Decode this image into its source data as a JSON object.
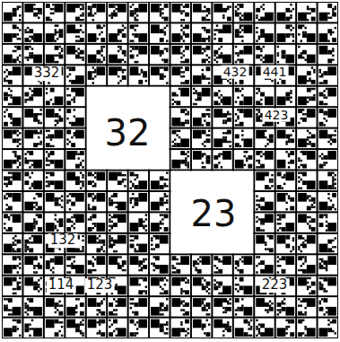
{
  "diagram": {
    "labels": [
      "332",
      "432",
      "441",
      "32",
      "423",
      "23",
      "132",
      "114",
      "123",
      "223"
    ]
  }
}
